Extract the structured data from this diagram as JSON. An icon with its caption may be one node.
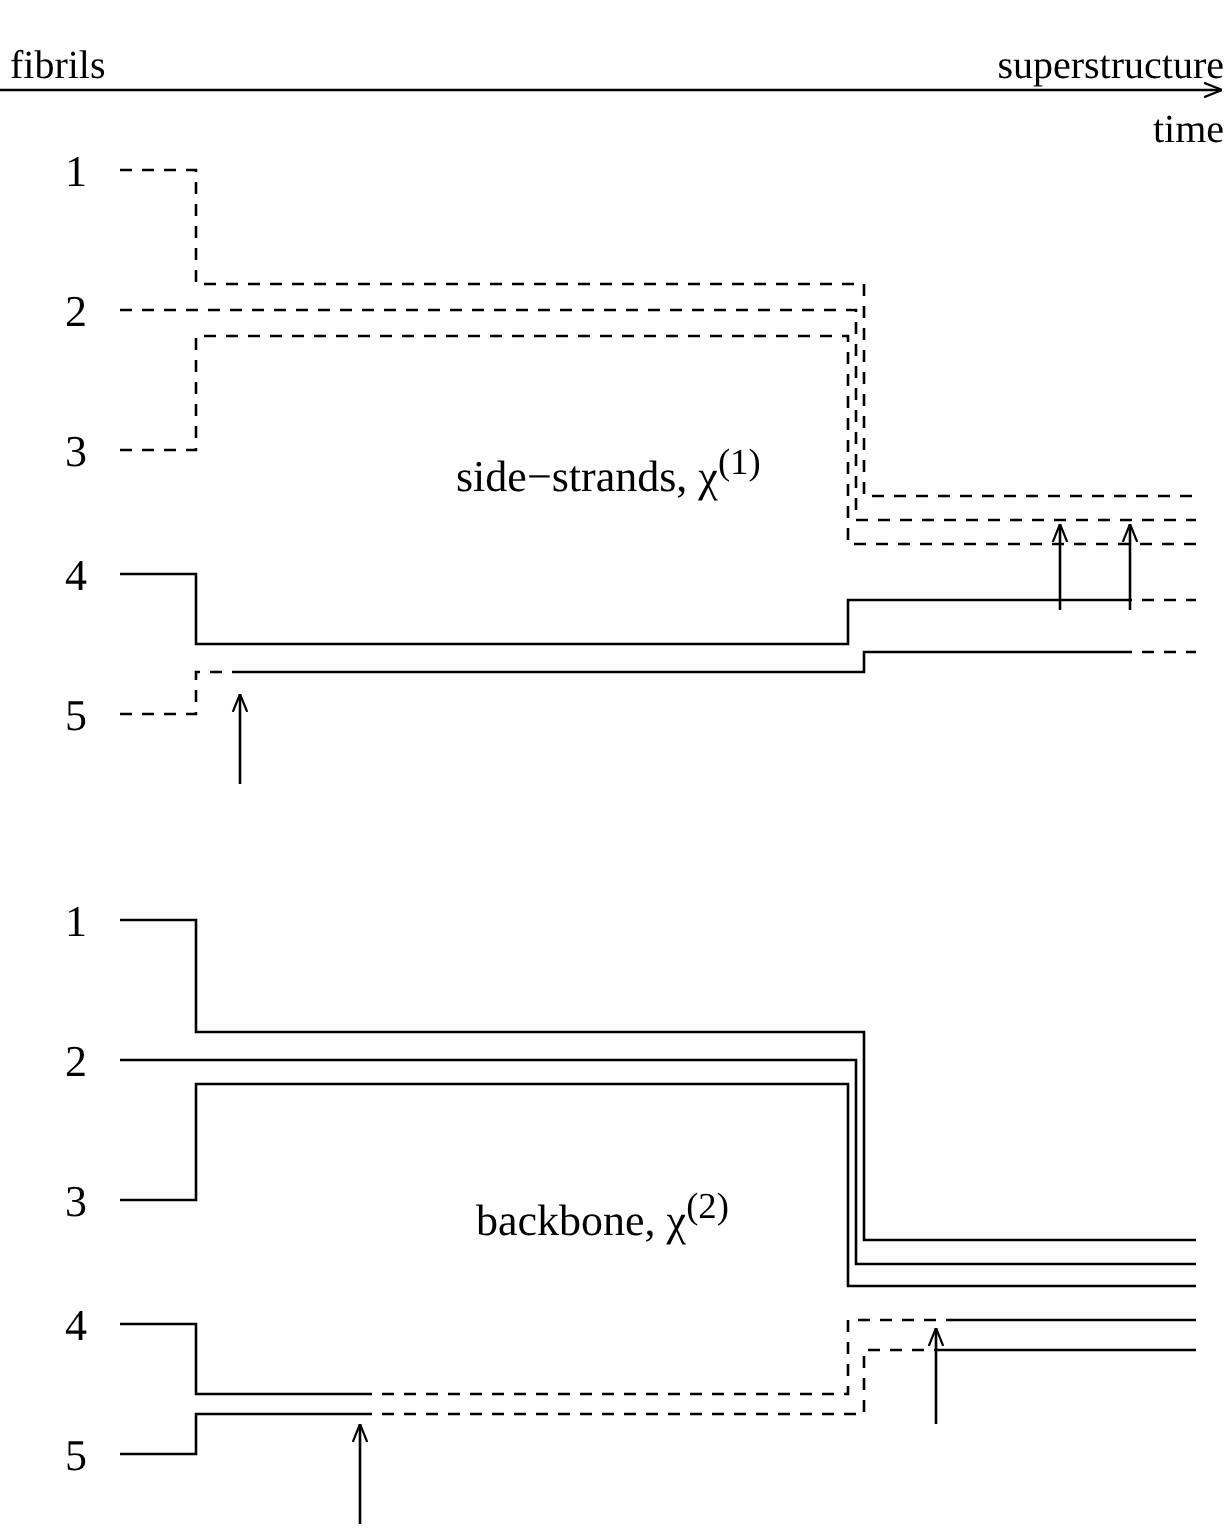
{
  "diagram": {
    "labels": [
      "fibrils",
      "superstructure",
      "time",
      "1",
      "2",
      "3",
      "4",
      "5",
      "side−strands, χ$^{(1)}$",
      "1",
      "2",
      "3",
      "4",
      "5",
      "backbone, χ$^{(2)}$"
    ]
  }
}
